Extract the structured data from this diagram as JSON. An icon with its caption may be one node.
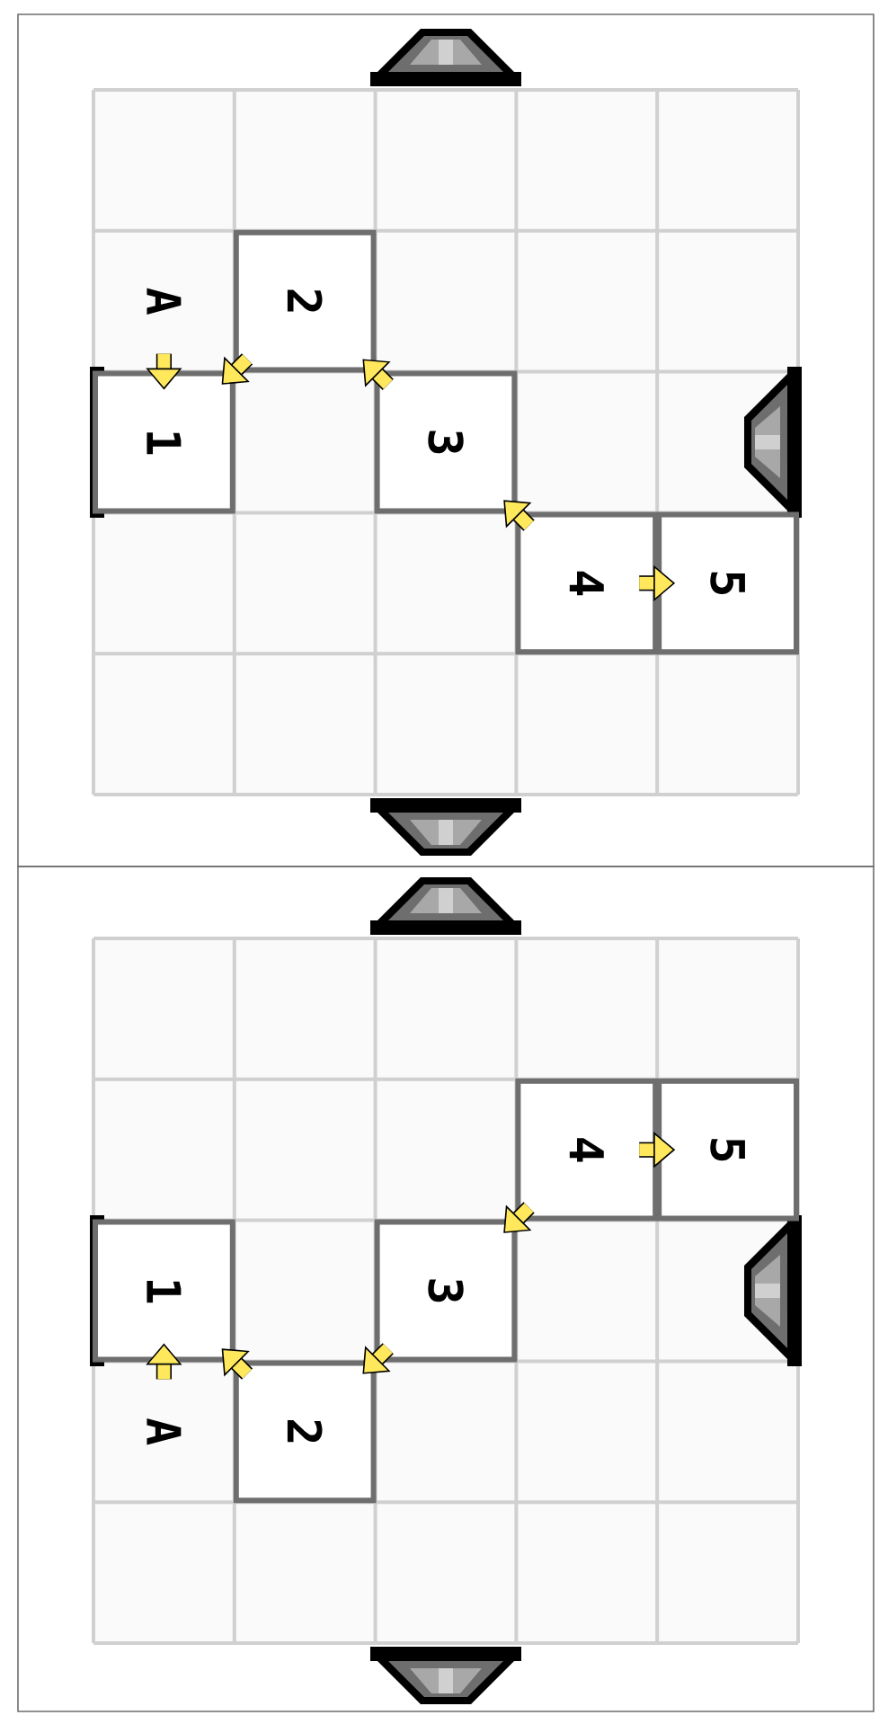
{
  "diagram": {
    "nodes": [
      {
        "text": [
          "A"
        ]
      },
      {
        "text": [
          "2"
        ]
      },
      {
        "text": [
          "1"
        ]
      },
      {
        "text": [
          "3"
        ]
      },
      {
        "text": [
          "4"
        ]
      },
      {
        "text": [
          "5"
        ]
      },
      {
        "text": [
          "4"
        ]
      },
      {
        "text": [
          "5"
        ]
      },
      {
        "text": [
          "1"
        ]
      },
      {
        "text": [
          "3"
        ]
      },
      {
        "text": [
          "A"
        ]
      },
      {
        "text": [
          "2"
        ]
      }
    ],
    "edges": [
      {
        "from": 0,
        "to": 2,
        "arrow": "to"
      },
      {
        "from": 1,
        "to": 2,
        "arrow": "to"
      },
      {
        "from": 3,
        "to": 1,
        "arrow": "to"
      },
      {
        "from": 4,
        "to": 3,
        "arrow": "to"
      },
      {
        "from": 4,
        "to": 5,
        "arrow": "to"
      },
      {
        "from": 10,
        "to": 8,
        "arrow": "to"
      },
      {
        "from": 11,
        "to": 8,
        "arrow": "to"
      },
      {
        "from": 9,
        "to": 11,
        "arrow": "to"
      },
      {
        "from": 6,
        "to": 9,
        "arrow": "to"
      },
      {
        "from": 6,
        "to": 7,
        "arrow": "to"
      }
    ]
  }
}
